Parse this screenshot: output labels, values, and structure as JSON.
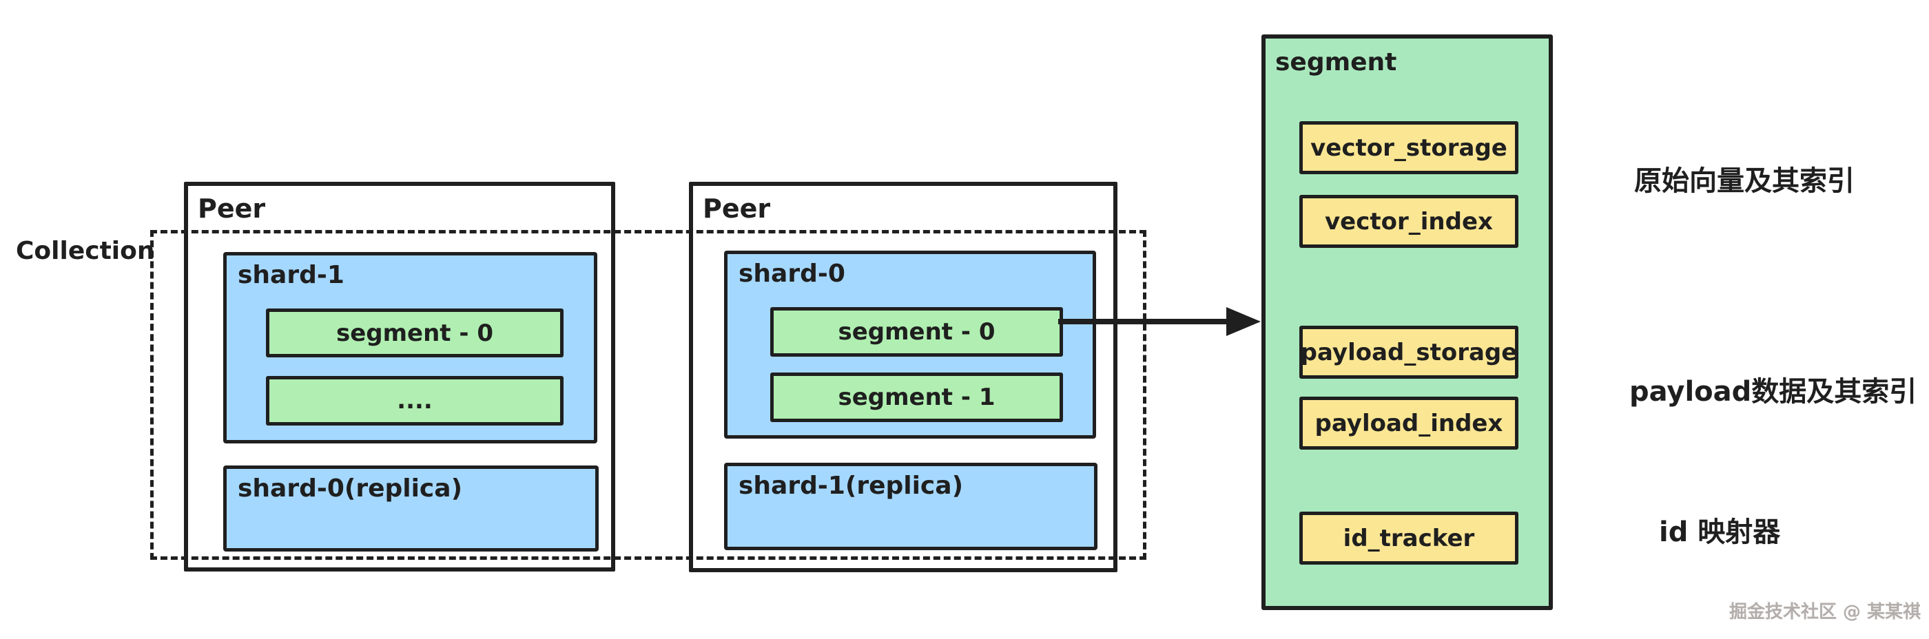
{
  "collection": {
    "label": "Collection",
    "peers": [
      {
        "label": "Peer",
        "shards": [
          {
            "label": "shard-1",
            "segments": [
              {
                "label": "segment - 0"
              },
              {
                "label": "...."
              }
            ]
          },
          {
            "label": "shard-0(replica)"
          }
        ]
      },
      {
        "label": "Peer",
        "shards": [
          {
            "label": "shard-0",
            "segments": [
              {
                "label": "segment - 0"
              },
              {
                "label": "segment - 1"
              }
            ]
          },
          {
            "label": "shard-1(replica)"
          }
        ]
      }
    ]
  },
  "segment_detail": {
    "title": "segment",
    "components": [
      {
        "label": "vector_storage"
      },
      {
        "label": "vector_index"
      },
      {
        "label": "payload_storage"
      },
      {
        "label": "payload_index"
      },
      {
        "label": "id_tracker"
      }
    ]
  },
  "annotations": [
    {
      "text": "原始向量及其索引"
    },
    {
      "text": "payload数据及其索引"
    },
    {
      "text": "id 映射器"
    }
  ],
  "watermark": {
    "text": "掘金技术社区 @ 某某祺"
  },
  "colors": {
    "stroke": "#1f1f1f",
    "background": "#ffffff",
    "shard_blue": "#a5d8ff",
    "segment_green": "#b0efb1",
    "detail_green": "#a9e8bd",
    "component_yellow": "#fbe693",
    "watermark_gray": "#b3aeab"
  }
}
